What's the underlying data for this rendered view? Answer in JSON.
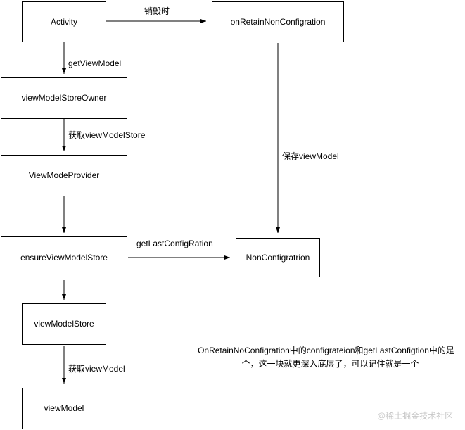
{
  "diagram": {
    "type": "flowchart",
    "nodes": [
      {
        "id": "activity",
        "label": "Activity"
      },
      {
        "id": "onRetainNonConfigration",
        "label": "onRetainNonConfigration"
      },
      {
        "id": "viewModelStoreOwner",
        "label": "viewModelStoreOwner"
      },
      {
        "id": "viewModeProvider",
        "label": "ViewModeProvider"
      },
      {
        "id": "ensureViewModelStore",
        "label": "ensureViewModelStore"
      },
      {
        "id": "nonConfigratrion",
        "label": "NonConfigratrion"
      },
      {
        "id": "viewModelStore",
        "label": "viewModelStore"
      },
      {
        "id": "viewModel",
        "label": "viewModel"
      }
    ],
    "edges": [
      {
        "id": "e1",
        "label": "销毁时"
      },
      {
        "id": "e2",
        "label": "getViewModel"
      },
      {
        "id": "e3",
        "label": "获取viewModelStore"
      },
      {
        "id": "e4",
        "label": "getLastConfigRation"
      },
      {
        "id": "e5",
        "label": "保存viewModel"
      },
      {
        "id": "e6",
        "label": "获取viewModel"
      }
    ],
    "note": {
      "line1": "OnRetainNoConfigration中的configrateion和getLastConfigtion中的是一",
      "line2": "个，这一块就更深入底层了，可以记住就是一个"
    },
    "watermark": "@稀土掘金技术社区"
  }
}
